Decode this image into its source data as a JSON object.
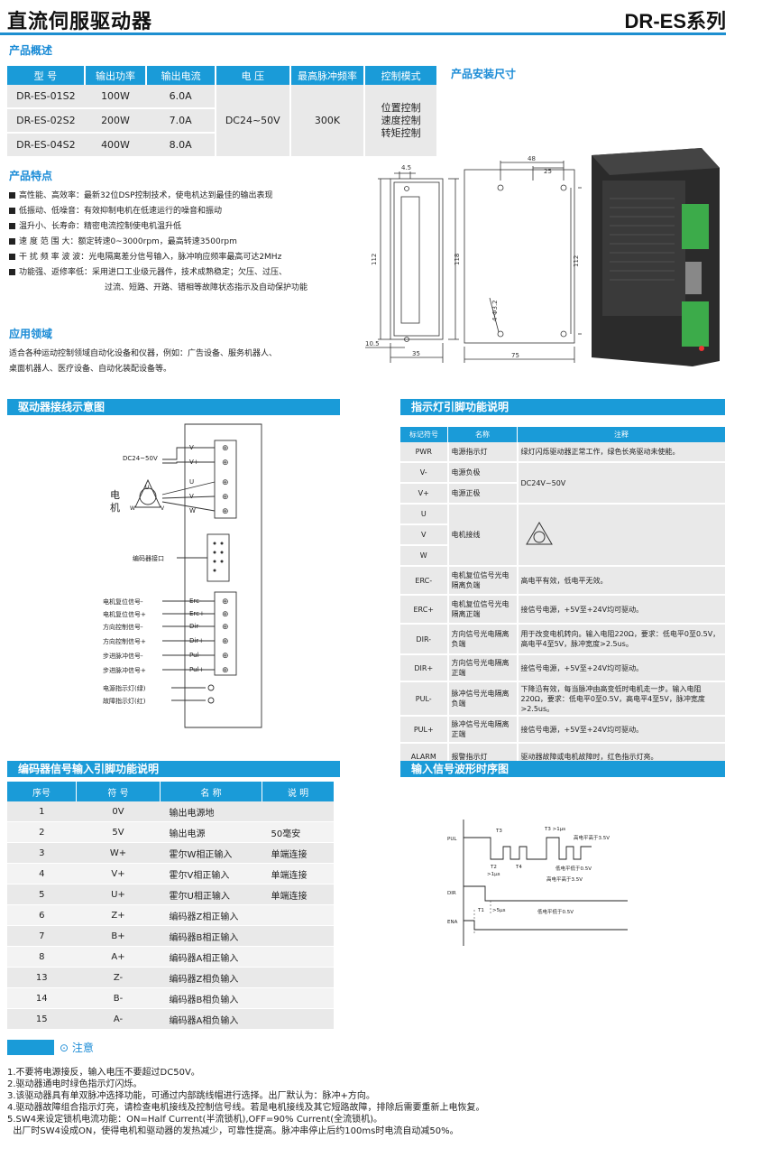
{
  "header": {
    "title": "直流伺服驱动器",
    "series": "DR-ES系列"
  },
  "overview": {
    "heading": "产品概述",
    "columns": [
      "型 号",
      "输出功率",
      "输出电流",
      "电 压",
      "最高脉冲频率",
      "控制模式"
    ],
    "rows": [
      {
        "model": "DR-ES-01S2",
        "power": "100W",
        "current": "6.0A"
      },
      {
        "model": "DR-ES-02S2",
        "power": "200W",
        "current": "7.0A"
      },
      {
        "model": "DR-ES-04S2",
        "power": "400W",
        "current": "8.0A"
      }
    ],
    "voltage": "DC24~50V",
    "freq": "300K",
    "modes": [
      "位置控制",
      "速度控制",
      "转矩控制"
    ]
  },
  "install": {
    "heading": "产品安装尺寸",
    "dims": [
      "4.5",
      "112",
      "10.5",
      "35",
      "118",
      "4-Φ3.2",
      "48",
      "25",
      "112",
      "75"
    ]
  },
  "features": {
    "heading": "产品特点",
    "items": [
      {
        "k": "高性能、高效率：",
        "v": "最新32位DSP控制技术，使电机达到最佳的输出表现"
      },
      {
        "k": "低振动、低噪音：",
        "v": "有效抑制电机在低速运行的噪音和振动"
      },
      {
        "k": "温升小、长寿命：",
        "v": "精密电流控制使电机温升低"
      },
      {
        "k": "速 度 范 围 大：",
        "v": "额定转速0~3000rpm，最高转速3500rpm"
      },
      {
        "k": "干 扰 频 率 波 波：",
        "v": "光电隔离差分信号输入，脉冲响应频率最高可达2MHz"
      },
      {
        "k": "功能强、返修率低：",
        "v": "采用进口工业级元器件，技术成熟稳定；欠压、过压、"
      }
    ],
    "cont": "过流、短路、开路、错相等故障状态指示及自动保护功能"
  },
  "application": {
    "heading": "应用领域",
    "lines": [
      "适合各种运动控制领域自动化设备和仪器，例如：广告设备、服务机器人、",
      "桌面机器人、医疗设备、自动化装配设备等。"
    ]
  },
  "wiring": {
    "heading": "驱动器接线示意图",
    "dc": "DC24~50V",
    "motor": [
      "电",
      "机"
    ],
    "encoder": "编码器接口",
    "terms1": [
      "V-",
      "V+",
      "U",
      "V",
      "W"
    ],
    "terms2": [
      "Erc-",
      "Erc+",
      "Dir-",
      "Dir+",
      "Pul-",
      "Pul+"
    ],
    "sig_labels": [
      "电机复位信号-",
      "电机复位信号+",
      "方向控制信号-",
      "方向控制信号+",
      "步进脉冲信号-",
      "步进脉冲信号+"
    ],
    "led_labels": [
      "电源指示灯(绿)",
      "故障指示灯(红)"
    ],
    "uvw": [
      "U",
      "W",
      "V"
    ]
  },
  "pins": {
    "heading": "指示灯引脚功能说明",
    "columns": [
      "标记符号",
      "名称",
      "注释"
    ],
    "rows": [
      {
        "sym": "PWR",
        "name": "电源指示灯",
        "note": "绿灯闪烁驱动器正常工作，绿色长亮驱动未使能。"
      },
      {
        "sym": "V-",
        "name": "电源负极",
        "note": "DC24V~50V"
      },
      {
        "sym": "V+",
        "name": "电源正极",
        "note": ""
      },
      {
        "sym": "U",
        "name": "电机接线",
        "note": ""
      },
      {
        "sym": "V",
        "name": "",
        "note": ""
      },
      {
        "sym": "W",
        "name": "",
        "note": ""
      },
      {
        "sym": "ERC-",
        "name": "电机复位信号光电隔离负端",
        "note": "高电平有效，低电平无效。"
      },
      {
        "sym": "ERC+",
        "name": "电机复位信号光电隔离正端",
        "note": "接信号电源，+5V至+24V均可驱动。"
      },
      {
        "sym": "DIR-",
        "name": "方向信号光电隔离负端",
        "note": "用于改变电机转向。输入电阻220Ω，要求：低电平0至0.5V，高电平4至5V，脉冲宽度>2.5us。"
      },
      {
        "sym": "DIR+",
        "name": "方向信号光电隔离正端",
        "note": "接信号电源，+5V至+24V均可驱动。"
      },
      {
        "sym": "PUL-",
        "name": "脉冲信号光电隔离负端",
        "note": "下降沿有效，每当脉冲由高变低时电机走一步。输入电阻220Ω，要求：低电平0至0.5V，高电平4至5V，脉冲宽度>2.5us。"
      },
      {
        "sym": "PUL+",
        "name": "脉冲信号光电隔离正端",
        "note": "接信号电源，+5V至+24V均可驱动。"
      },
      {
        "sym": "ALARM",
        "name": "报警指示灯",
        "note": "驱动器故障或电机故障时，红色指示灯亮。"
      }
    ]
  },
  "encoder": {
    "heading": "编码器信号输入引脚功能说明",
    "columns": [
      "序号",
      "符 号",
      "名 称",
      "说 明"
    ],
    "rows": [
      [
        "1",
        "0V",
        "输出电源地",
        ""
      ],
      [
        "2",
        "5V",
        "输出电源",
        "50毫安"
      ],
      [
        "3",
        "W+",
        "霍尔W相正输入",
        "单端连接"
      ],
      [
        "4",
        "V+",
        "霍尔V相正输入",
        "单端连接"
      ],
      [
        "5",
        "U+",
        "霍尔U相正输入",
        "单端连接"
      ],
      [
        "6",
        "Z+",
        "编码器Z相正输入",
        ""
      ],
      [
        "7",
        "B+",
        "编码器B相正输入",
        ""
      ],
      [
        "8",
        "A+",
        "编码器A相正输入",
        ""
      ],
      [
        "13",
        "Z-",
        "编码器Z相负输入",
        ""
      ],
      [
        "14",
        "B-",
        "编码器B相负输入",
        ""
      ],
      [
        "15",
        "A-",
        "编码器A相负输入",
        ""
      ]
    ]
  },
  "timing": {
    "heading": "输入信号波形时序图",
    "signals": [
      "PUL",
      "DIR",
      "ENA"
    ],
    "labels": {
      "t1": "T1",
      "t1v": ">5μs",
      "t2": "T2",
      "t2v": ">1μs",
      "t3": "T3",
      "t4": "T4",
      "t3v": "T3 >1μs",
      "hi": "高电平高于3.5V",
      "lo": "低电平低于0.5V"
    }
  },
  "notes": {
    "heading": "注意",
    "lines": [
      "1.不要将电源接反，输入电压不要超过DC50V。",
      "2.驱动器通电时绿色指示灯闪烁。",
      "3.该驱动器具有单双脉冲选择功能，可通过内部跳线帽进行选择。出厂默认为：脉冲+方向。",
      "4.驱动器故障组合指示灯亮，请检查电机接线及控制信号线。若是电机接线及其它短路故障，排除后需要重新上电恢复。",
      "5.SW4来设定锁机电流功能：ON=Half Current(半流锁机),OFF=90% Current(全流锁机)。",
      "  出厂时SW4设成ON，使得电机和驱动器的发热减少，可靠性提高。脉冲串停止后约100ms时电流自动减50%。"
    ]
  },
  "colors": {
    "accent": "#1a9bd8",
    "row_bg": "#e9e9e9"
  }
}
